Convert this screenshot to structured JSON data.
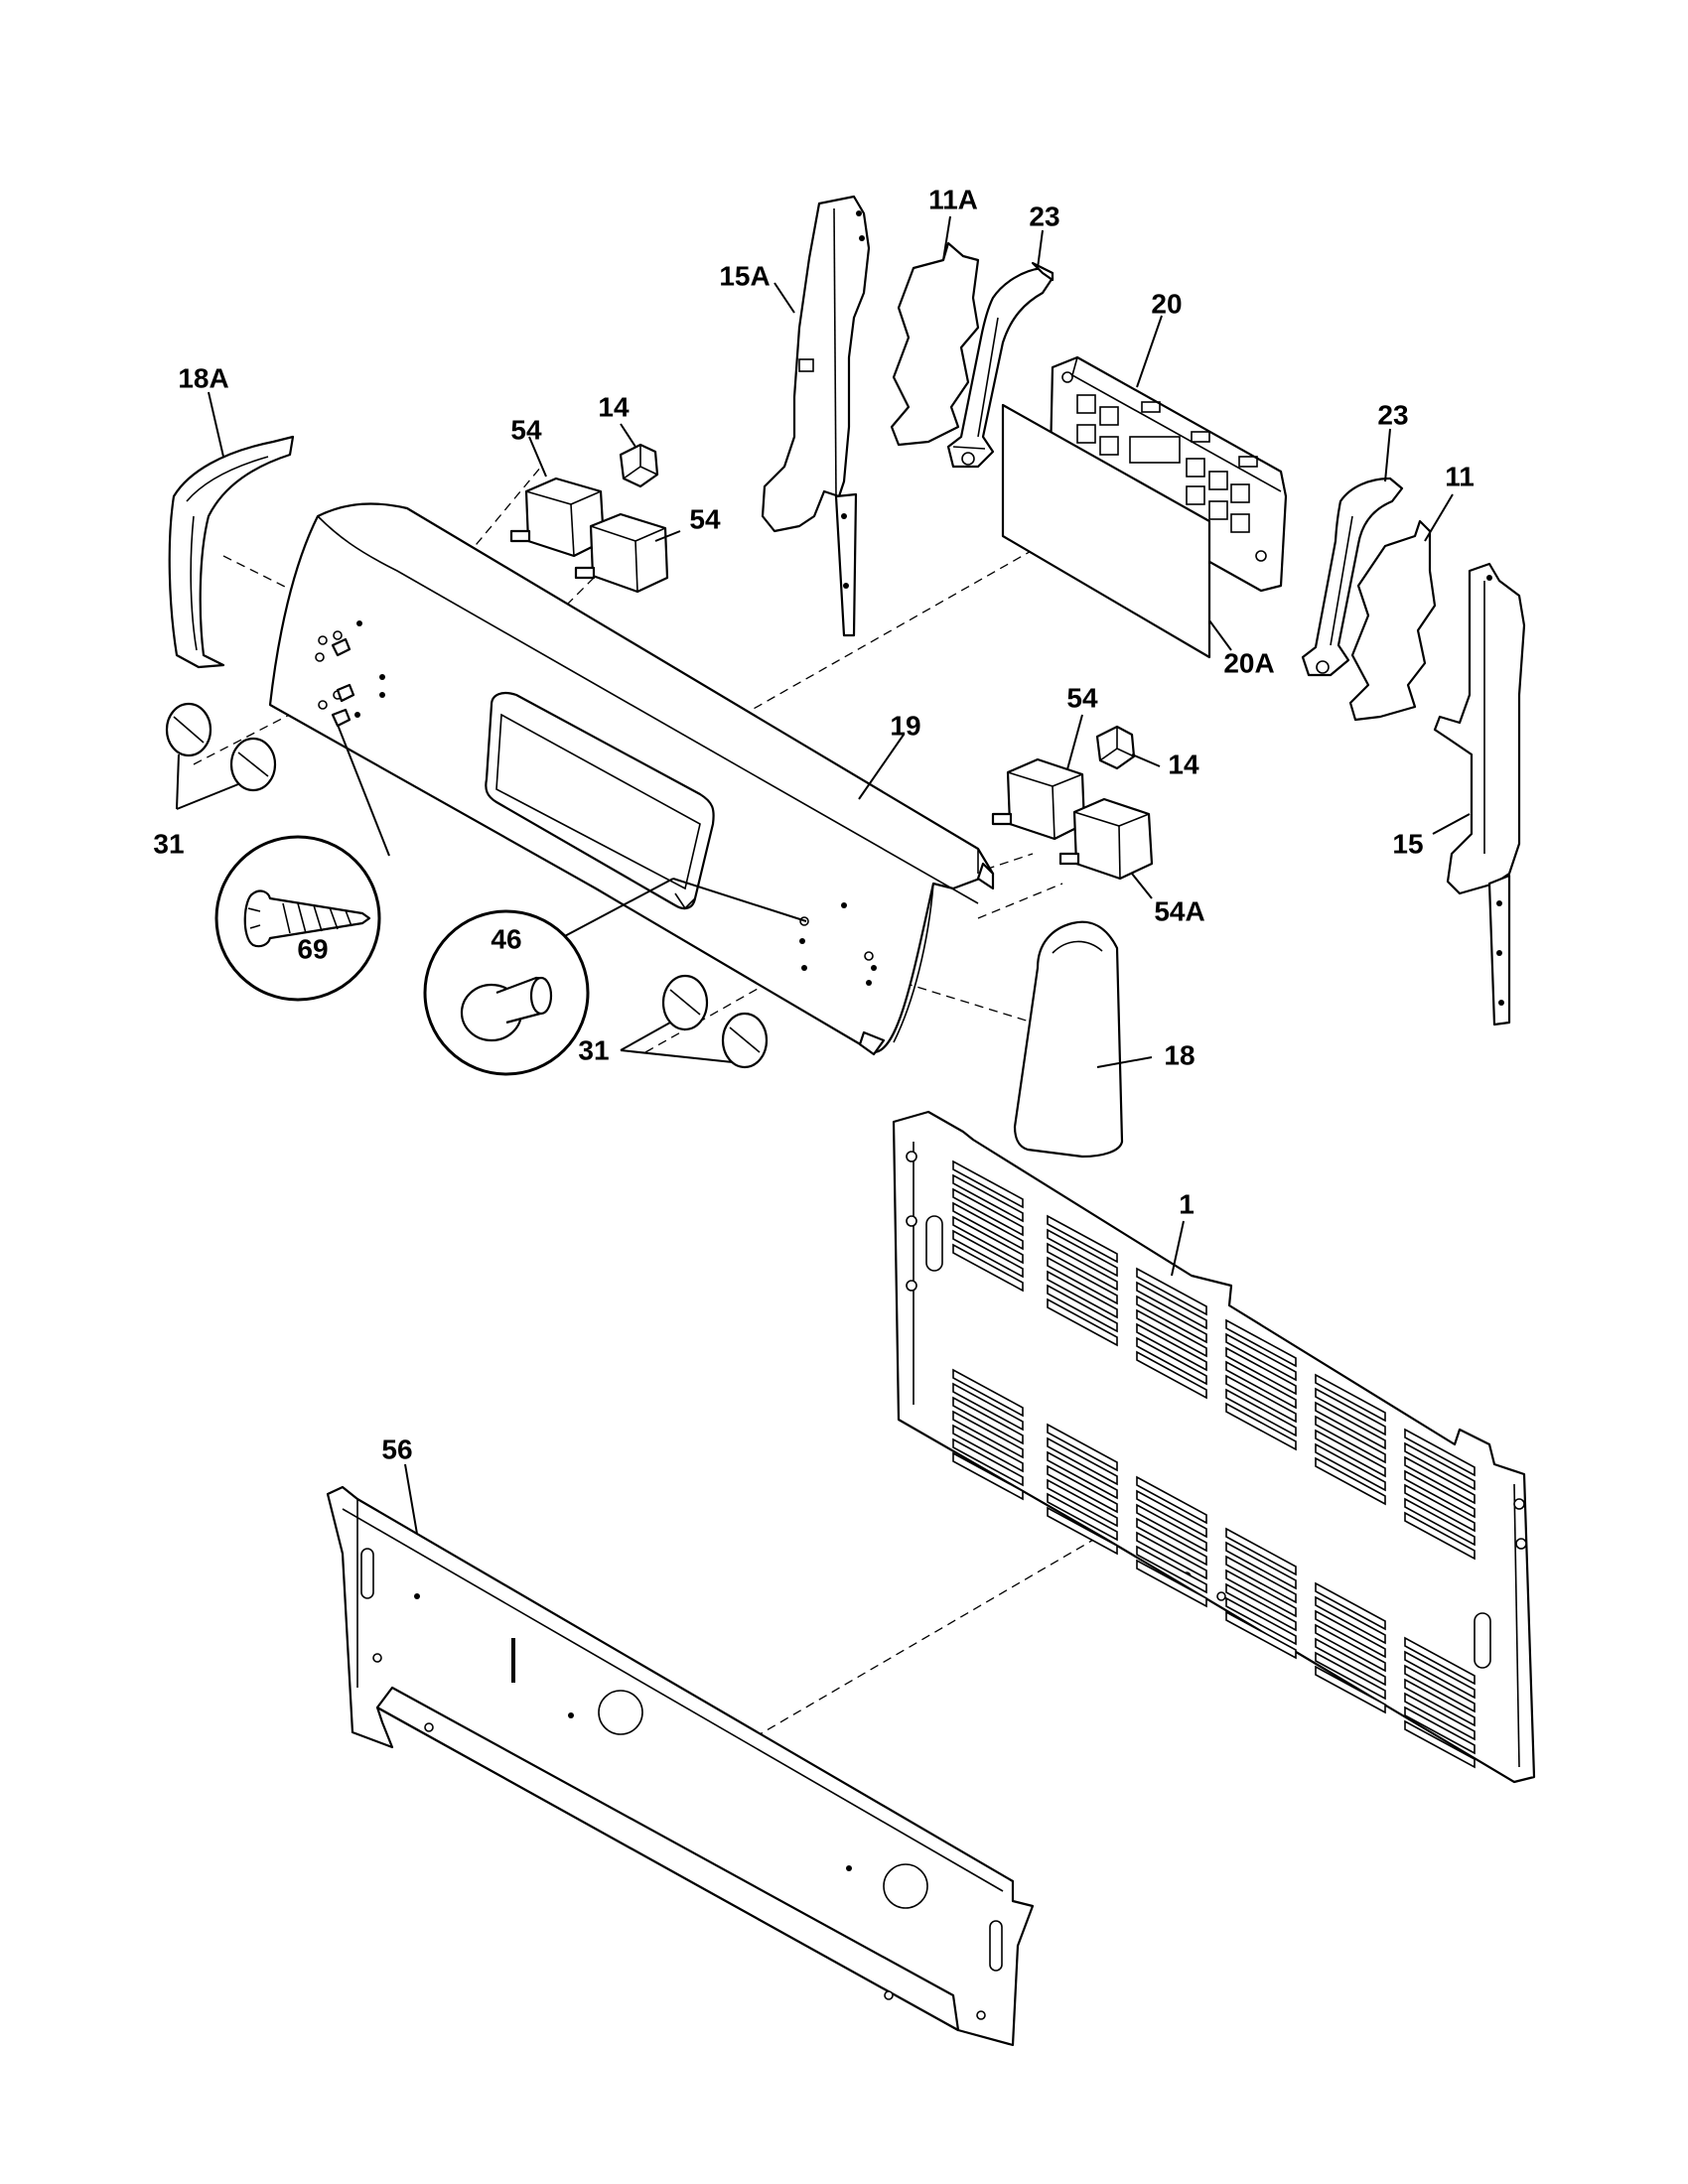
{
  "callouts": {
    "c1": "1",
    "c11": "11",
    "c11A": "11A",
    "c14a": "14",
    "c14b": "14",
    "c15": "15",
    "c15A": "15A",
    "c18": "18",
    "c18A": "18A",
    "c19": "19",
    "c20": "20",
    "c20A": "20A",
    "c23a": "23",
    "c23b": "23",
    "c31a": "31",
    "c31b": "31",
    "c46": "46",
    "c54a": "54",
    "c54b": "54",
    "c54c": "54",
    "c54A": "54A",
    "c56": "56",
    "c69": "69"
  }
}
